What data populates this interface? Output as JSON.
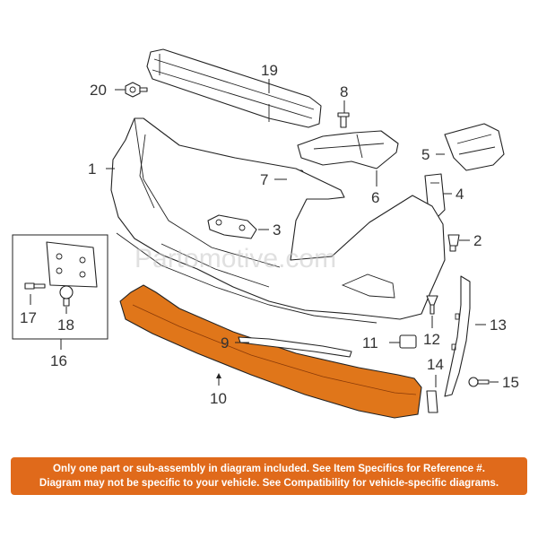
{
  "diagram": {
    "watermark": "Partomotive.com",
    "highlight_color": "#e0761a",
    "callouts": {
      "c1": "1",
      "c2": "2",
      "c3": "3",
      "c4": "4",
      "c5": "5",
      "c6": "6",
      "c7": "7",
      "c8": "8",
      "c9": "9",
      "c10": "10",
      "c11": "11",
      "c12": "12",
      "c13": "13",
      "c14": "14",
      "c15": "15",
      "c16": "16",
      "c17": "17",
      "c18": "18",
      "c19": "19",
      "c20": "20"
    }
  },
  "footer": {
    "line1": "Only one part or sub-assembly in diagram included. See Item Specifics for Reference #.",
    "line2": "Diagram may not be specific to your vehicle. See Compatibility for vehicle-specific diagrams.",
    "background_color": "#e06a1b"
  }
}
